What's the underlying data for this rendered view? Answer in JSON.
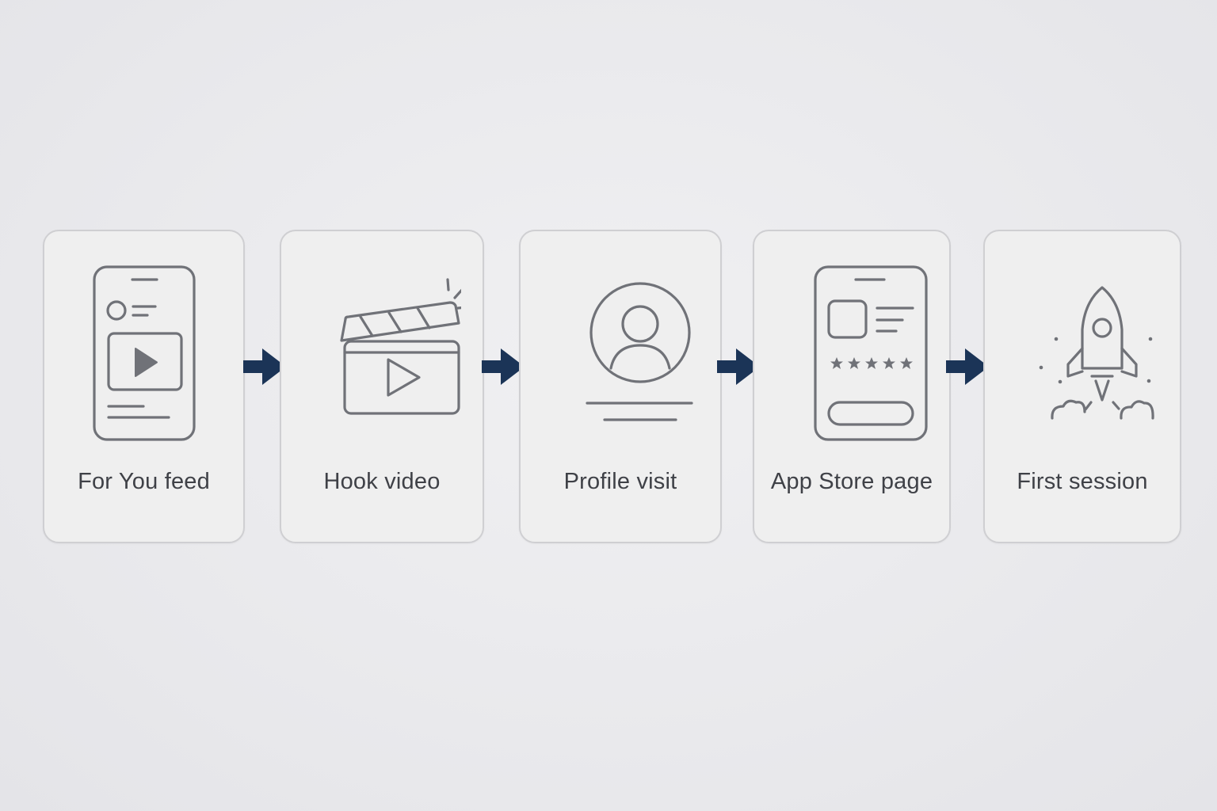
{
  "steps": [
    {
      "label": "For You feed",
      "icon": "phone-feed-icon"
    },
    {
      "label": "Hook video",
      "icon": "clapperboard-icon"
    },
    {
      "label": "Profile visit",
      "icon": "profile-icon"
    },
    {
      "label": "App Store page",
      "icon": "app-store-page-icon"
    },
    {
      "label": "First session",
      "icon": "rocket-icon"
    }
  ],
  "colors": {
    "arrow": "#1b3457",
    "icon_stroke": "#707278",
    "card_fill": "#efefef",
    "card_border": "#cfcfd2",
    "label_text": "#3f4147",
    "background": "#ebebee"
  }
}
